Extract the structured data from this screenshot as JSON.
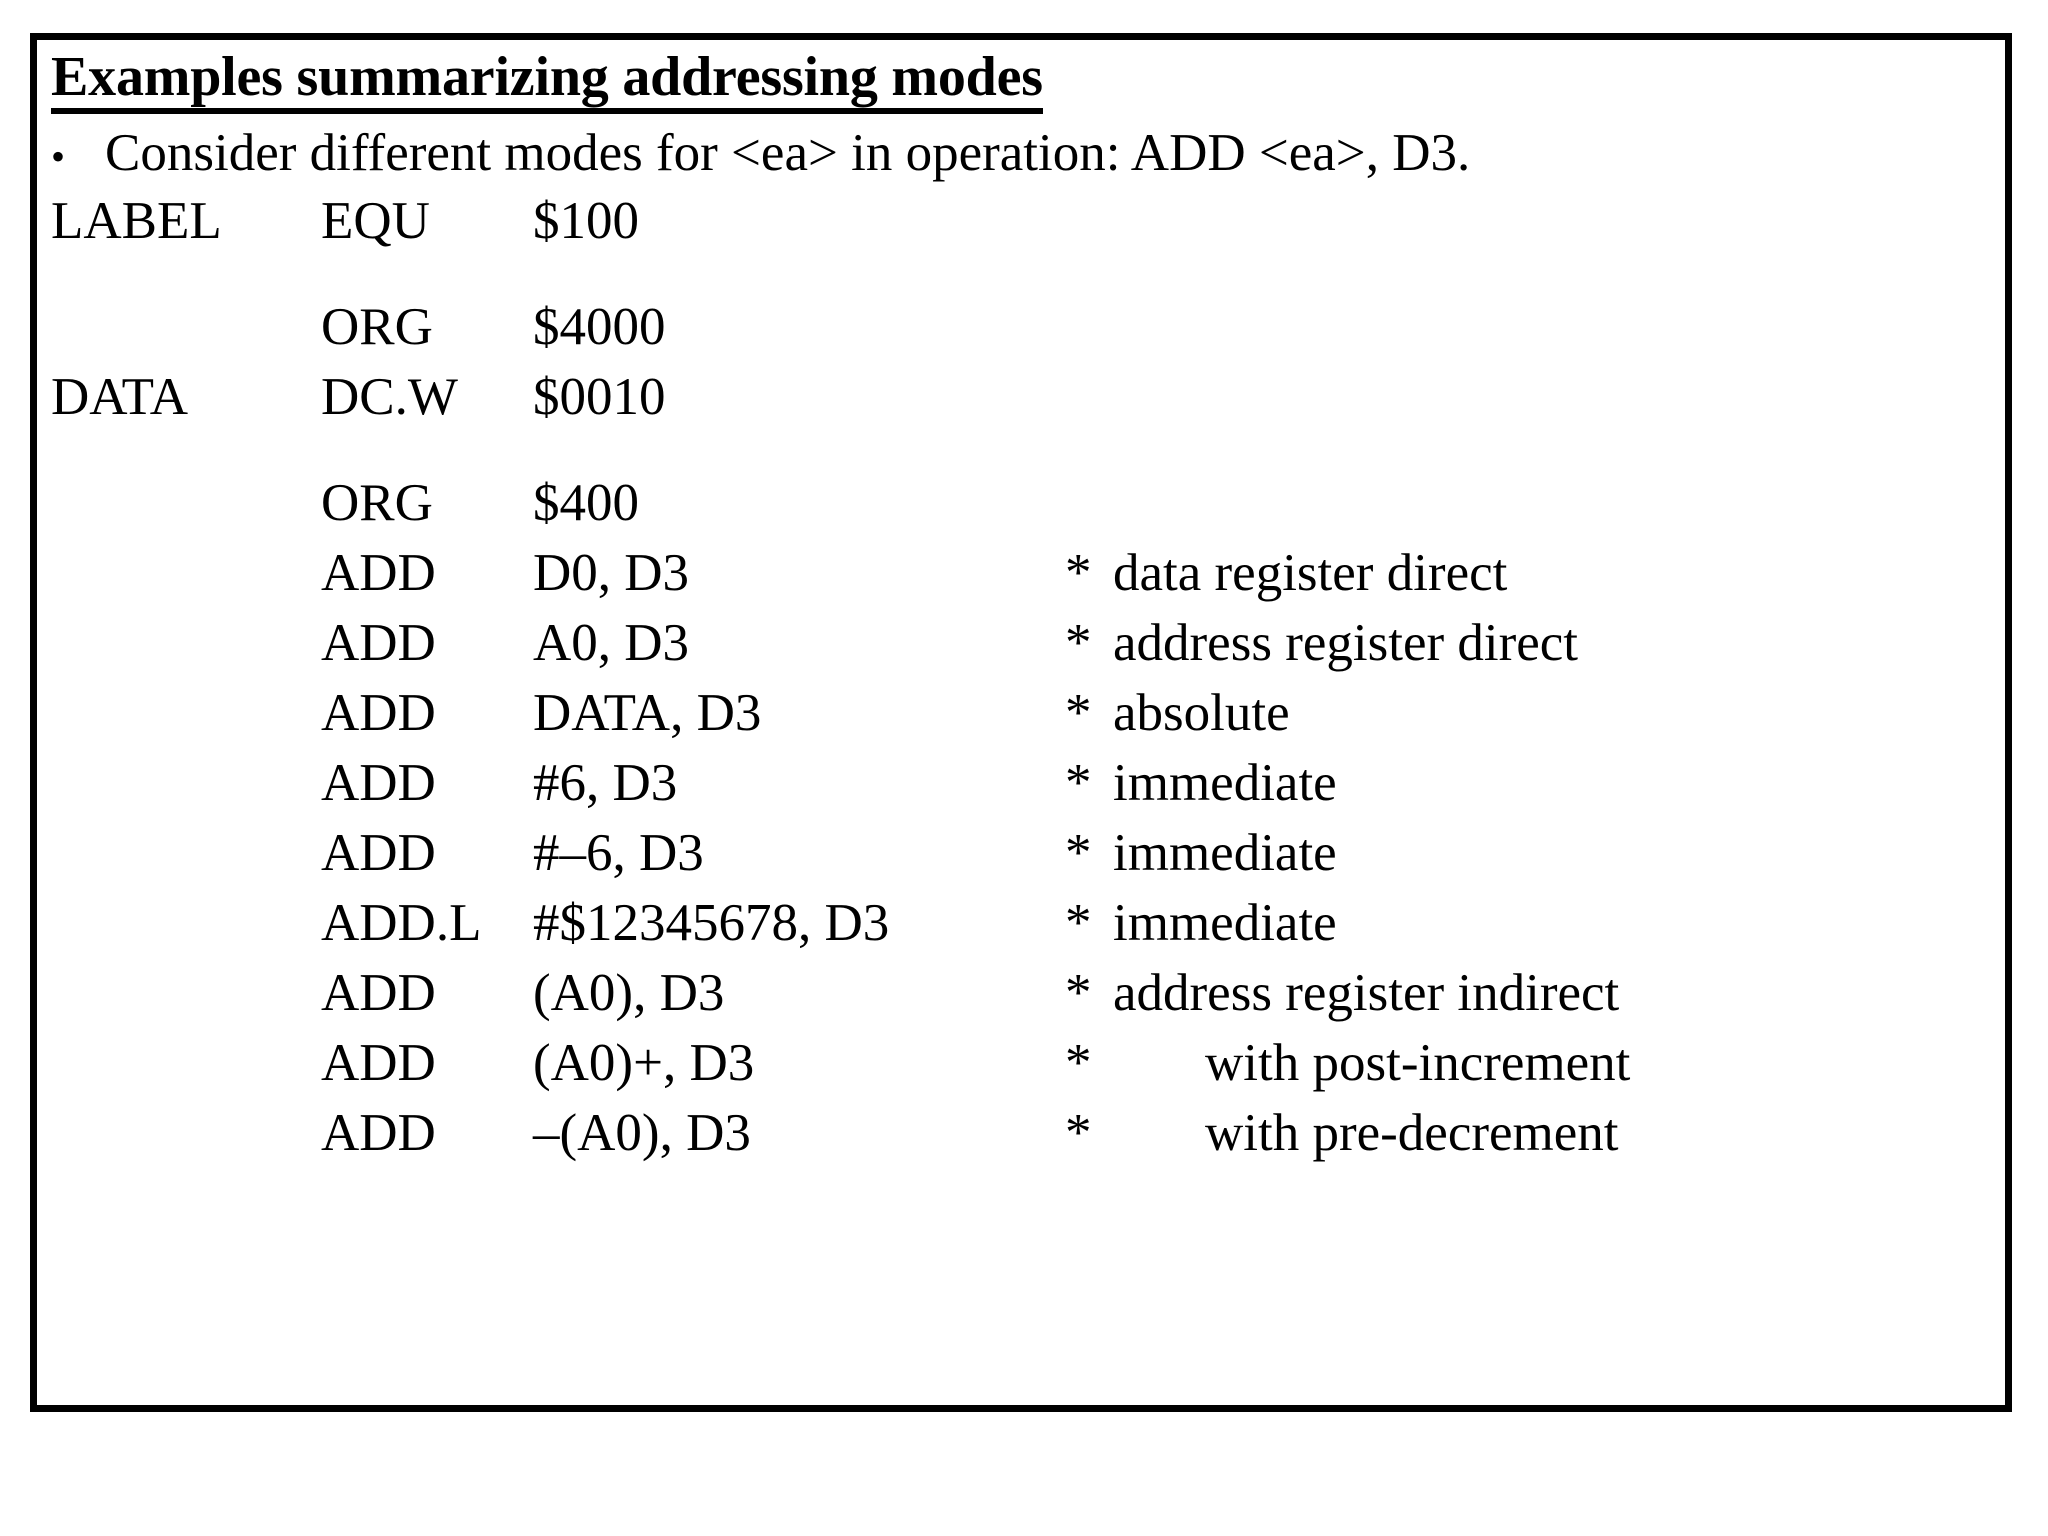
{
  "slide": {
    "title": "Examples summarizing addressing modes",
    "bullet": {
      "marker": "•",
      "text": "Consider different modes for <ea> in operation: ADD <ea>, D3."
    },
    "code_rows": [
      {
        "label": "LABEL",
        "op": "EQU",
        "operand": "$100",
        "star": "",
        "comment": "",
        "indented": false,
        "gap_after": true
      },
      {
        "label": "",
        "op": "ORG",
        "operand": "$4000",
        "star": "",
        "comment": "",
        "indented": false,
        "gap_after": false
      },
      {
        "label": "DATA",
        "op": "DC.W",
        "operand": "$0010",
        "star": "",
        "comment": "",
        "indented": false,
        "gap_after": true
      },
      {
        "label": "",
        "op": "ORG",
        "operand": "$400",
        "star": "",
        "comment": "",
        "indented": false,
        "gap_after": false
      },
      {
        "label": "",
        "op": "ADD",
        "operand": "D0, D3",
        "star": "*",
        "comment": "data register direct",
        "indented": false,
        "gap_after": false
      },
      {
        "label": "",
        "op": "ADD",
        "operand": "A0, D3",
        "star": "*",
        "comment": "address register direct",
        "indented": false,
        "gap_after": false
      },
      {
        "label": "",
        "op": "ADD",
        "operand": "DATA, D3",
        "star": "*",
        "comment": "absolute",
        "indented": false,
        "gap_after": false
      },
      {
        "label": "",
        "op": "ADD",
        "operand": "#6, D3",
        "star": "*",
        "comment": "immediate",
        "indented": false,
        "gap_after": false
      },
      {
        "label": "",
        "op": "ADD",
        "operand": "#–6, D3",
        "star": "*",
        "comment": "immediate",
        "indented": false,
        "gap_after": false
      },
      {
        "label": "",
        "op": "ADD.L",
        "operand": "#$12345678, D3",
        "star": "*",
        "comment": "immediate",
        "indented": false,
        "gap_after": false
      },
      {
        "label": "",
        "op": "ADD",
        "operand": "(A0), D3",
        "star": "*",
        "comment": "address register indirect",
        "indented": false,
        "gap_after": false
      },
      {
        "label": "",
        "op": "ADD",
        "operand": "(A0)+, D3",
        "star": "*",
        "comment": "with post-increment",
        "indented": true,
        "gap_after": false
      },
      {
        "label": "",
        "op": "ADD",
        "operand": "–(A0), D3",
        "star": "*",
        "comment": "with pre-decrement",
        "indented": true,
        "gap_after": false
      }
    ]
  },
  "colors": {
    "background": "#ffffff",
    "text": "#000000",
    "border": "#000000"
  }
}
